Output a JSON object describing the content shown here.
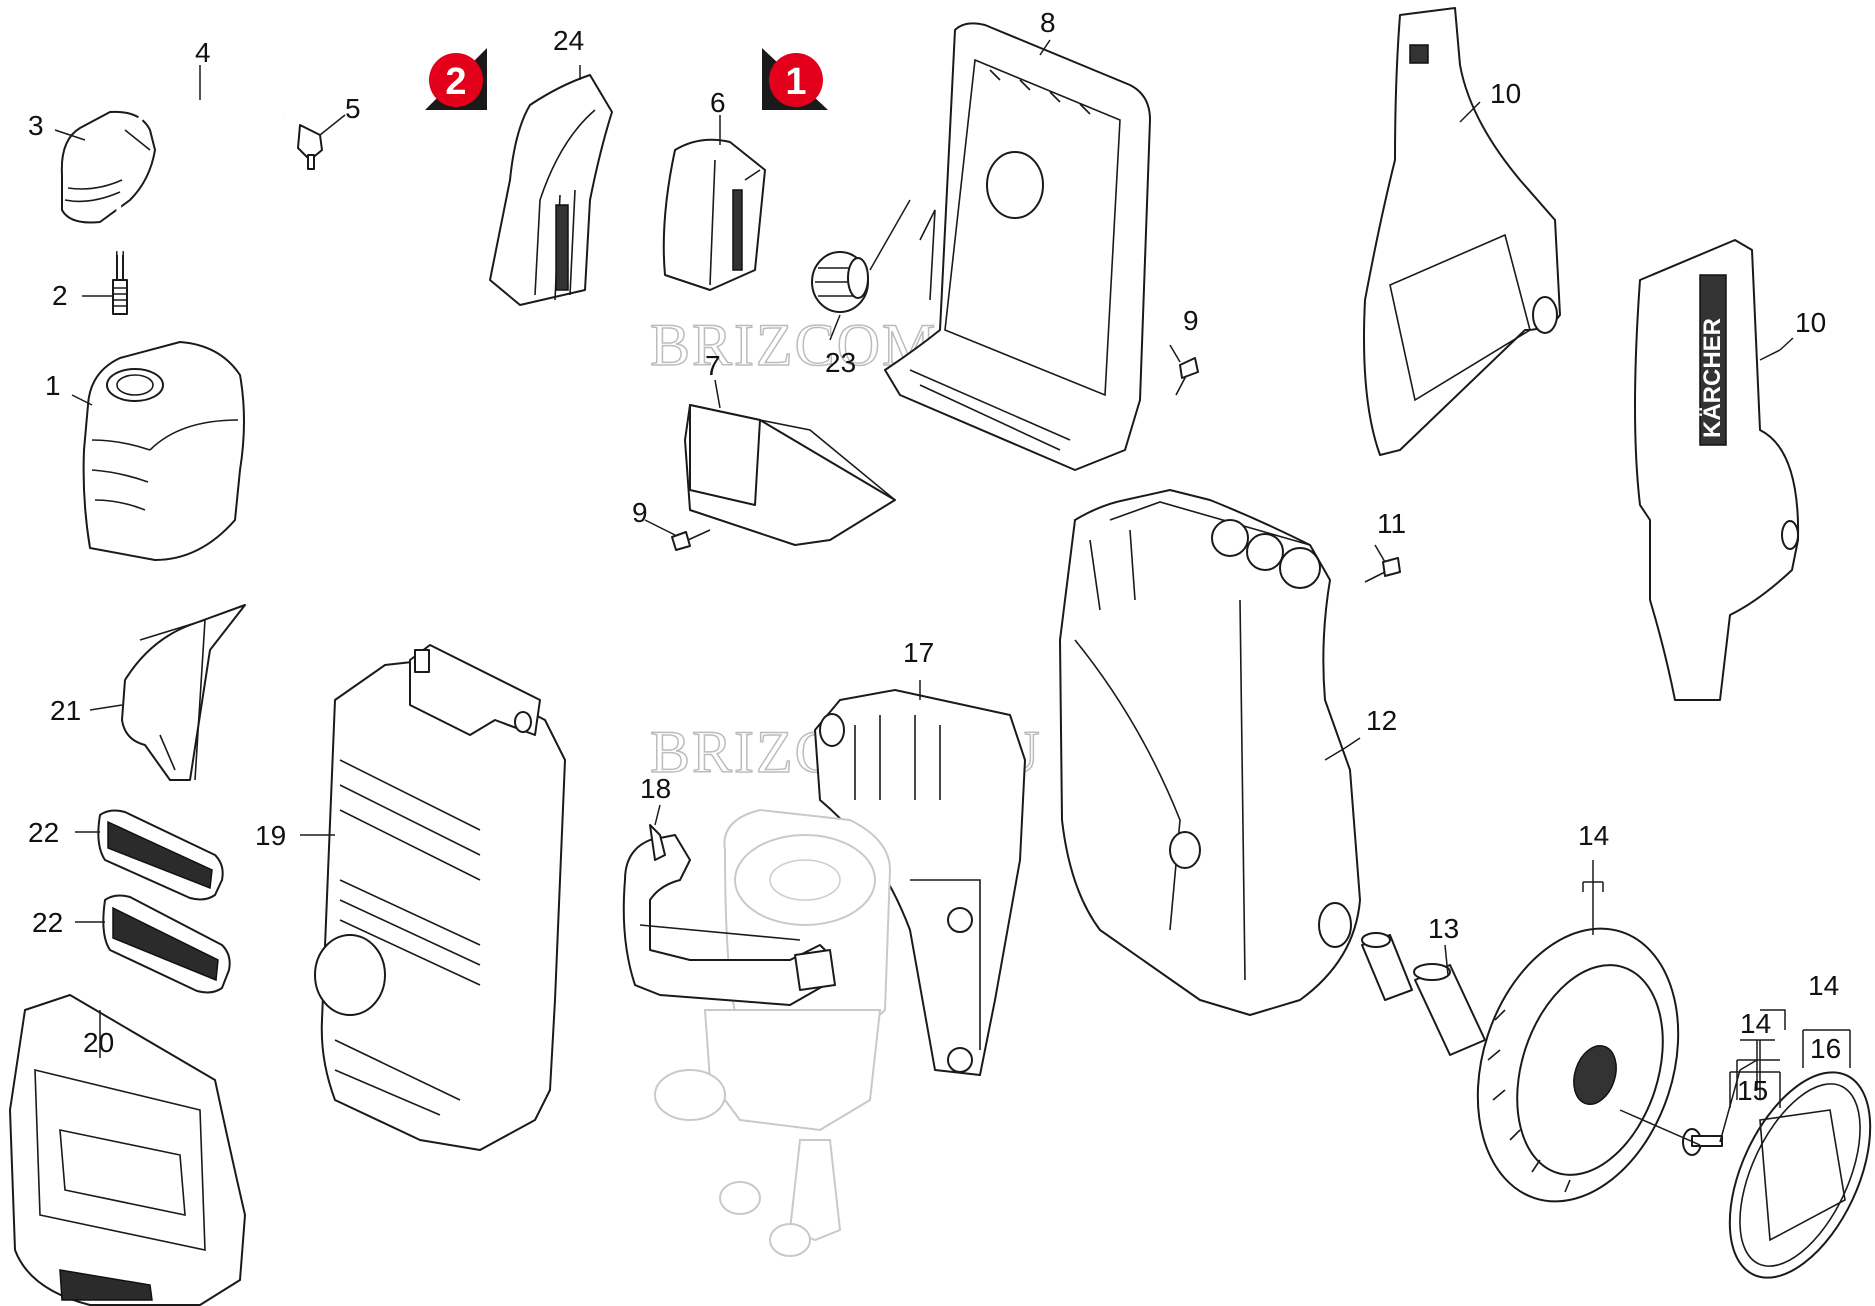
{
  "watermarks": [
    "BRIZCOM.RU",
    "BRIZCOM.RU"
  ],
  "markers": [
    "2",
    "1"
  ],
  "callouts": {
    "c1": "1",
    "c2": "2",
    "c3": "3",
    "c4": "4",
    "c5": "5",
    "c6": "6",
    "c7": "7",
    "c8": "8",
    "c9a": "9",
    "c9b": "9",
    "c10a": "10",
    "c10b": "10",
    "c11": "11",
    "c12": "12",
    "c13": "13",
    "c14a": "14",
    "c14b": "14",
    "c14c": "14",
    "c15": "15",
    "c16": "16",
    "c17": "17",
    "c18": "18",
    "c19": "19",
    "c20": "20",
    "c21": "21",
    "c22a": "22",
    "c22b": "22",
    "c23": "23",
    "c24": "24"
  },
  "side_panel_logo": "KÄRCHER",
  "icons": {
    "marker_shape": "red-circle-on-black-triangle",
    "callout_bracket": "bracket-icon"
  },
  "colors": {
    "marker_red": "#e3001b",
    "line": "#1a1a1a",
    "ghost": "#c9c9c9"
  }
}
